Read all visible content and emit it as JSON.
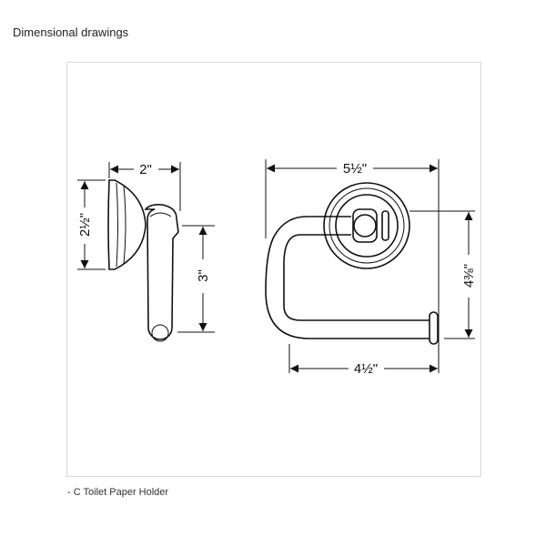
{
  "heading": "Dimensional drawings",
  "caption": "- C Toilet Paper Holder",
  "side_view": {
    "depth": "2\"",
    "plate_height": "2½\"",
    "arm_drop": "3\""
  },
  "front_view": {
    "overall_width": "5½\"",
    "height": "4⅜\"",
    "arm_width": "4½\""
  }
}
